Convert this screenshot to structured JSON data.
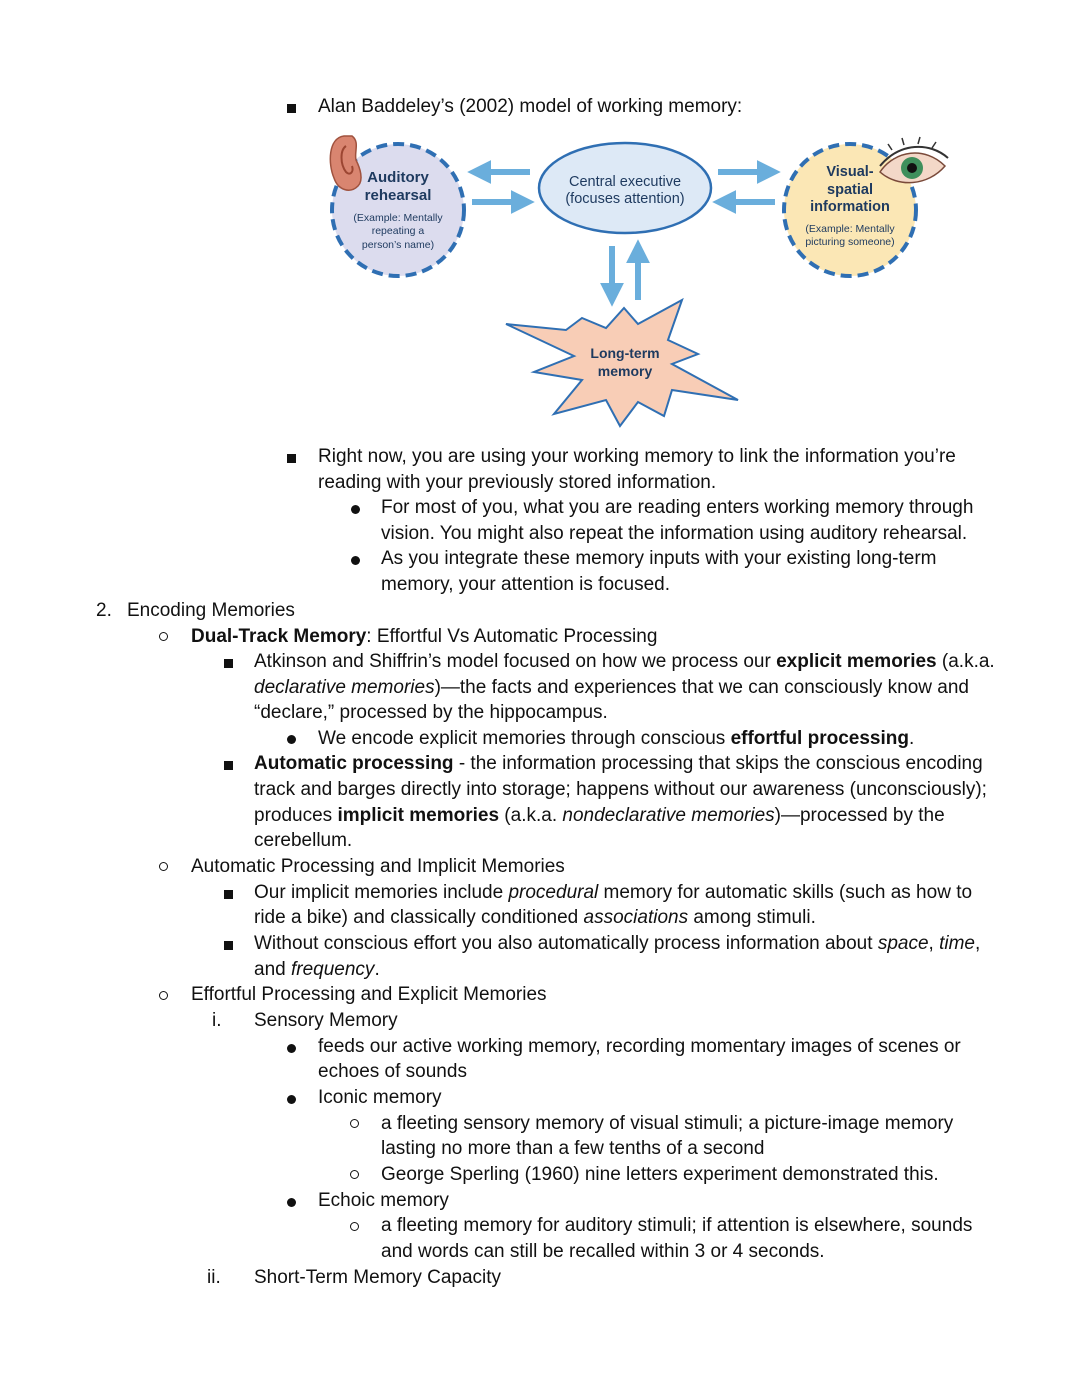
{
  "intro_bullet": "Alan Baddeley’s (2002) model of working memory:",
  "diagram": {
    "auditory": {
      "title1": "Auditory",
      "title2": "rehearsal",
      "ex1": "(Example: Mentally",
      "ex2": "repeating a",
      "ex3": "person’s name)"
    },
    "central": {
      "line1": "Central executive",
      "line2": "(focuses attention)"
    },
    "visual": {
      "title1": "Visual-",
      "title2": "spatial",
      "title3": "information",
      "ex1": "(Example: Mentally",
      "ex2": "picturing someone)"
    },
    "longterm": {
      "line1": "Long-term",
      "line2": "memory"
    },
    "colors": {
      "arrow": "#6aaedc",
      "auditory_fill": "#dcdcee",
      "visual_fill": "#fbe7b5",
      "central_fill": "#dde9f6",
      "ltm_fill": "#f8cdb6",
      "outline": "#2f6fb3"
    }
  },
  "s1": {
    "b1_l1": "Right now, you are using your working memory to link the information you’re",
    "b1_l2": "reading with your previously stored information.",
    "d1_l1": "For most of you, what you are reading enters working memory through",
    "d1_l2": "vision. You might also repeat the information using auditory rehearsal.",
    "d2_l1": "As you integrate these memory inputs with your existing long-term",
    "d2_l2": "memory, your attention is focused."
  },
  "s2": {
    "number": "2.",
    "heading": "Encoding Memories",
    "dual": {
      "bold": "Dual-Track Memory",
      "rest": ": Effortful Vs Automatic Processing"
    },
    "atk": {
      "l1_a": "Atkinson and Shiffrin’s model focused on how we process our ",
      "l1_b": "explicit memories",
      "l1_c": " (a.k.a.",
      "l2_a": "declarative memories",
      "l2_b": ")—the facts and experiences that we can consciously know and",
      "l3": "“declare,” processed by the hippocampus.",
      "sub_a": "We encode explicit memories through conscious ",
      "sub_b": "effortful processing",
      "sub_c": "."
    },
    "auto": {
      "l1_a": "Automatic processing",
      "l1_b": " - the information processing that skips the conscious encoding",
      "l2": "track and barges directly into storage; happens without our awareness (unconsciously);",
      "l3_a": "produces ",
      "l3_b": "implicit memories",
      "l3_c": " (a.k.a. ",
      "l3_d": "nondeclarative memories",
      "l3_e": ")—processed by the",
      "l4": "cerebellum."
    },
    "api": {
      "heading": "Automatic Processing and Implicit Memories",
      "b1_l1_a": "Our implicit memories include ",
      "b1_l1_b": "procedural",
      "b1_l1_c": " memory for automatic skills (such as how to",
      "b1_l2_a": "ride a bike) and classically conditioned ",
      "b1_l2_b": "associations",
      "b1_l2_c": " among stimuli.",
      "b2_l1_a": "Without conscious effort you also automatically process information about ",
      "b2_l1_b": "space",
      "b2_l1_c": ", ",
      "b2_l1_d": "time",
      "b2_l1_e": ",",
      "b2_l2_a": "and ",
      "b2_l2_b": "frequency",
      "b2_l2_c": "."
    },
    "epe": {
      "heading": "Effortful Processing and Explicit Memories",
      "i": "i.",
      "sensory": "Sensory Memory",
      "feeds_l1": "feeds our active working memory, recording momentary images of scenes or",
      "feeds_l2": "echoes of sounds",
      "iconic": "Iconic memory",
      "iconic_d1_l1": "a fleeting sensory memory of visual stimuli; a picture-image memory",
      "iconic_d1_l2": "lasting no more than a few tenths of a second",
      "iconic_d2": "George Sperling (1960) nine letters experiment demonstrated this.",
      "echoic": "Echoic memory",
      "echoic_d1_l1": "a fleeting memory for auditory stimuli; if attention is elsewhere, sounds",
      "echoic_d1_l2": "and words can still be recalled within 3 or 4 seconds.",
      "ii": "ii.",
      "stm": "Short-Term Memory Capacity"
    }
  }
}
